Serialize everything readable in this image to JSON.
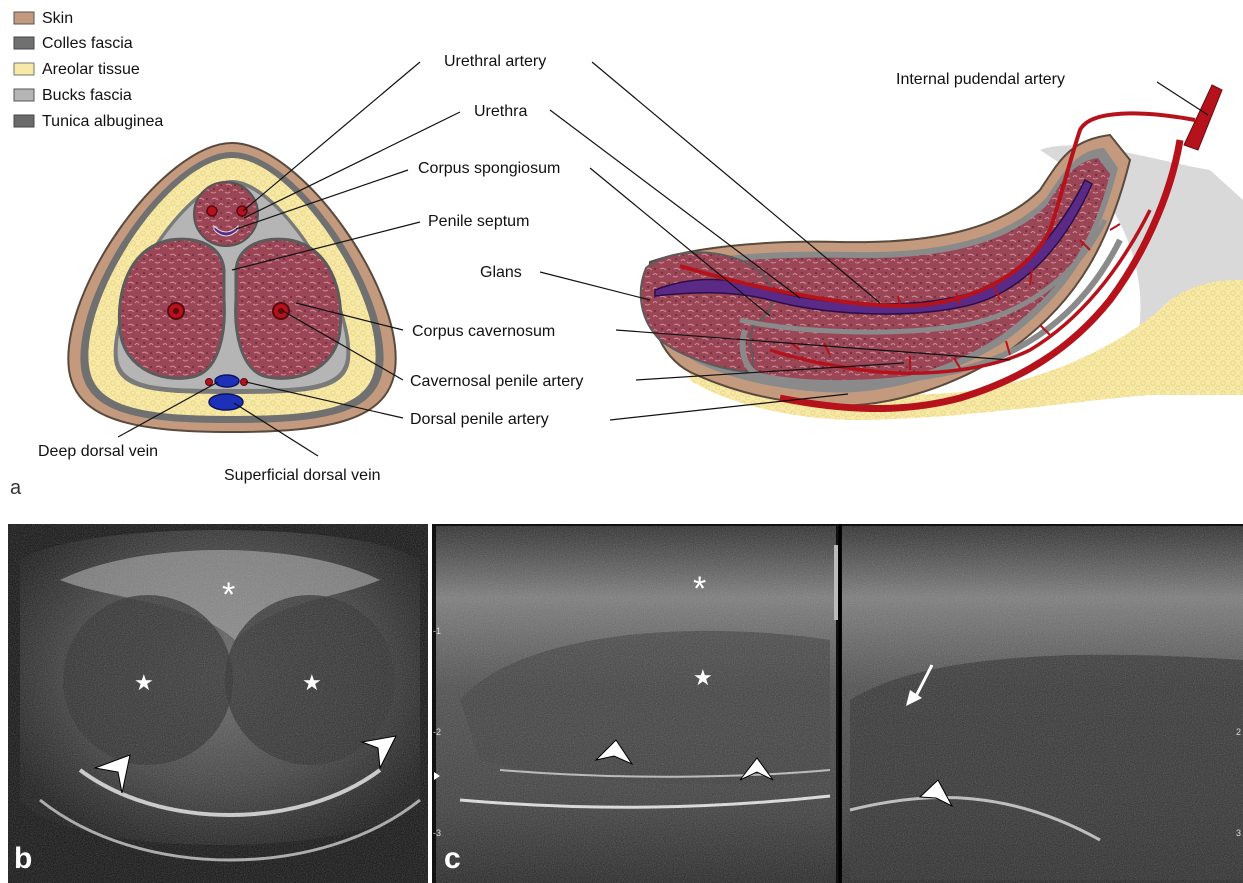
{
  "legend": [
    {
      "label": "Skin",
      "color": "#c49a7e"
    },
    {
      "label": "Colles fascia",
      "color": "#707070"
    },
    {
      "label": "Areolar tissue",
      "color": "#f7e9a8"
    },
    {
      "label": "Bucks fascia",
      "color": "#b5b5b5"
    },
    {
      "label": "Tunica albuginea",
      "color": "#6b6b6b"
    }
  ],
  "labels": {
    "urethral_artery": "Urethral artery",
    "internal_pudendal_artery": "Internal pudendal artery",
    "urethra": "Urethra",
    "corpus_spongiosum": "Corpus spongiosum",
    "penile_septum": "Penile septum",
    "glans": "Glans",
    "corpus_cavernosum": "Corpus cavernosum",
    "cavernosal_penile_artery": "Cavernosal penile artery",
    "dorsal_penile_artery": "Dorsal penile artery",
    "deep_dorsal_vein": "Deep dorsal vein",
    "superficial_dorsal_vein": "Superficial dorsal vein"
  },
  "panels": {
    "a": "a",
    "b": "b",
    "c": "c"
  },
  "markers": {
    "asterisk": "*",
    "star": "★"
  },
  "scale_labels": {
    "left": [
      "-1",
      "-2",
      "-3"
    ],
    "right": [
      "2",
      "3"
    ]
  },
  "colors": {
    "tissue": "#9a4656",
    "artery": "#b5121b",
    "urethra": "#5b2a86",
    "vein": "#1e2fb8",
    "areolar": "#f7e9a8",
    "skin": "#c49a7e"
  }
}
